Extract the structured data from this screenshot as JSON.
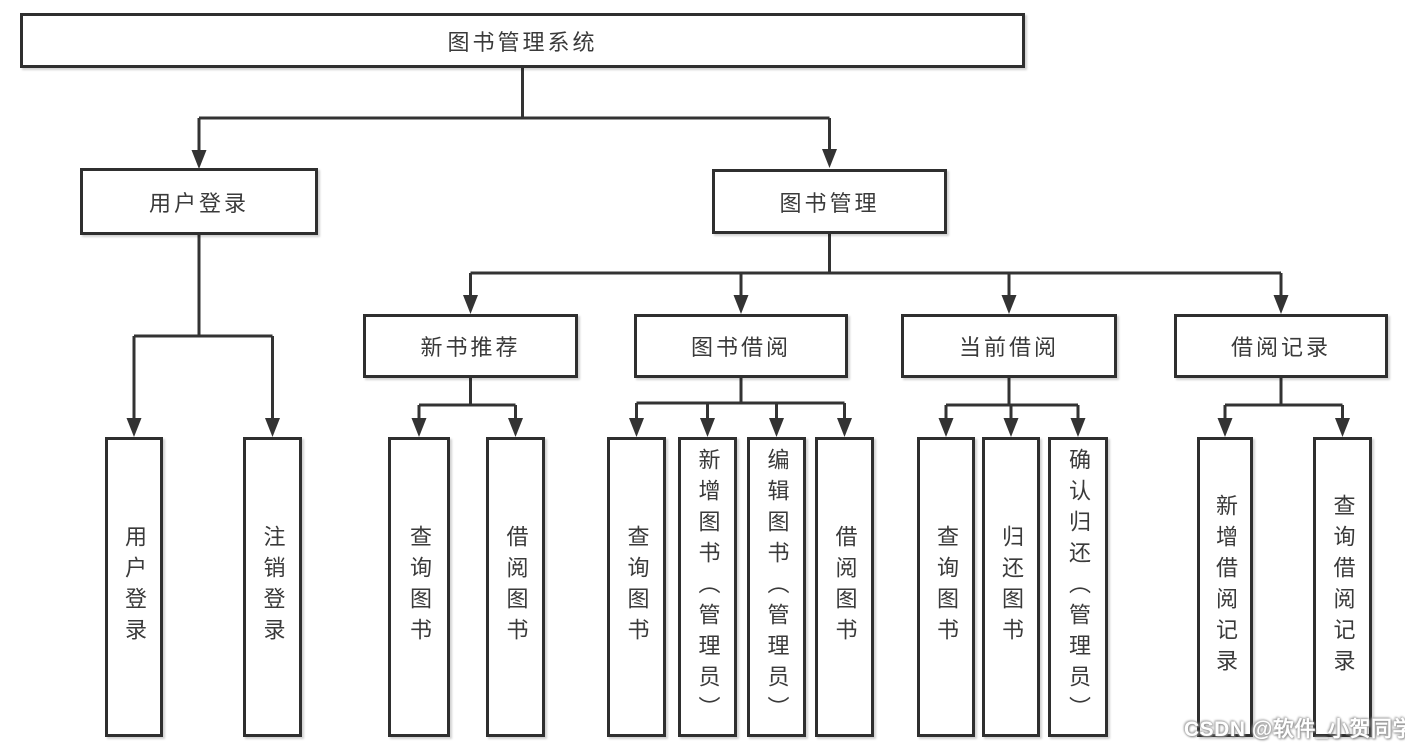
{
  "tree": {
    "root": "图书管理系统",
    "level2": [
      {
        "label": "用户登录",
        "children": [
          "用户登录",
          "注销登录"
        ]
      },
      {
        "label": "图书管理"
      }
    ],
    "level3": [
      {
        "label": "新书推荐",
        "children": [
          "查询图书",
          "借阅图书"
        ]
      },
      {
        "label": "图书借阅",
        "children": [
          "查询图书",
          "新增图书（管理员）",
          "编辑图书（管理员）",
          "借阅图书"
        ]
      },
      {
        "label": "当前借阅",
        "children": [
          "查询图书",
          "归还图书",
          "确认归还（管理员）"
        ]
      },
      {
        "label": "借阅记录",
        "children": [
          "新增借阅记录",
          "查询借阅记录"
        ]
      }
    ]
  },
  "watermark": "CSDN @软件_小贺同学",
  "colors": {
    "line": "#333333",
    "box_border": "#2f2f2f",
    "text": "#3a3a3a",
    "background": "#ffffff",
    "watermark_text": "#ffffff"
  }
}
